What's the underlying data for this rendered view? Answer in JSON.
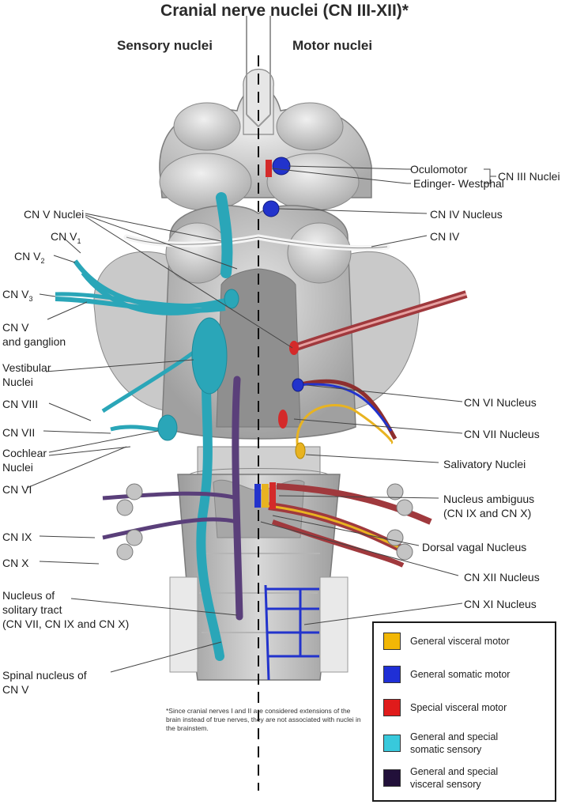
{
  "title": "Cranial nerve nuclei (CN III-XII)*",
  "headers": {
    "sensory": "Sensory nuclei",
    "motor": "Motor nuclei"
  },
  "labels": {
    "oculomotor": "Oculomotor",
    "edinger": "Edinger- Westphal",
    "cn3_nuclei": "CN III Nuclei",
    "cn4_nucleus": "CN IV Nucleus",
    "cn4": "CN IV",
    "cn5_nuclei": "CN V Nuclei",
    "cn5_1": "CN V",
    "cn5_1_sub": "1",
    "cn5_2": "CN V",
    "cn5_2_sub": "2",
    "cn5_3": "CN V",
    "cn5_3_sub": "3",
    "cn5_ganglion": "CN V\nand ganglion",
    "vestibular": "Vestibular\nNuclei",
    "cn8": "CN VIII",
    "cn7": "CN VII",
    "cochlear": "Cochlear\nNuclei",
    "cn6": "CN VI",
    "cn9": "CN IX",
    "cn10": "CN X",
    "solitary": "Nucleus of\nsolitary tract\n(CN VII, CN IX and CN X)",
    "spinal5": "Spinal nucleus of\nCN V",
    "cn6_nucleus": "CN VI Nucleus",
    "cn7_nucleus": "CN VII Nucleus",
    "salivatory": "Salivatory Nuclei",
    "ambiguus": "Nucleus ambiguus\n(CN IX and CN X)",
    "dorsal_vagal": "Dorsal vagal Nucleus",
    "cn12_nucleus": "CN XII Nucleus",
    "cn11_nucleus": "CN XI Nucleus"
  },
  "footnote": "*Since cranial nerves I and II are considered extensions of the brain instead of true nerves, they are not associated with nuclei in the brainstem.",
  "legend": [
    {
      "label": "General visceral motor",
      "color": "#f2b705"
    },
    {
      "label": "General somatic motor",
      "color": "#1f2fd6"
    },
    {
      "label": "Special visceral motor",
      "color": "#e01b1b"
    },
    {
      "label": "General and special\nsomatic sensory",
      "color": "#38c9dc"
    },
    {
      "label": "General and special\nvisceral sensory",
      "color": "#22103a"
    }
  ],
  "colors": {
    "motor_somatic": "#2233cc",
    "motor_special": "#d42a2a",
    "motor_visceral": "#e8b321",
    "sensory_somatic": "#2aa6b8",
    "sensory_visceral": "#5a3f7a"
  }
}
